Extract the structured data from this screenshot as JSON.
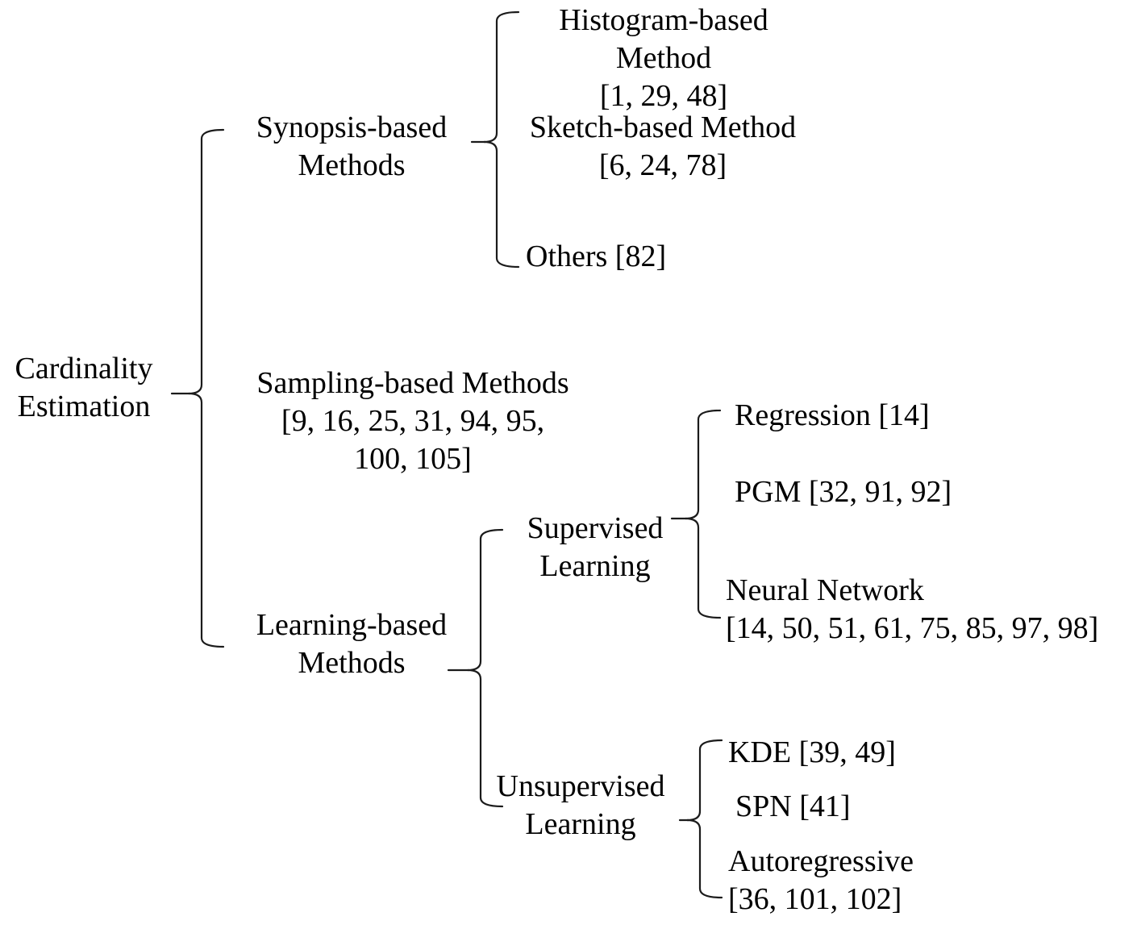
{
  "tree": {
    "root": {
      "label": "Cardinality\nEstimation"
    },
    "synopsis": {
      "label": "Synopsis-based\nMethods",
      "children": {
        "histogram": {
          "label": "Histogram-based Method\n[1, 29, 48]"
        },
        "sketch": {
          "label": "Sketch-based Method\n[6, 24, 78]"
        },
        "others": {
          "label": "Others [82]"
        }
      }
    },
    "sampling": {
      "label": "Sampling-based Methods\n[9, 16, 25, 31, 94, 95,\n100, 105]"
    },
    "learning": {
      "label": "Learning-based\nMethods",
      "children": {
        "supervised": {
          "label": "Supervised\nLearning",
          "children": {
            "regression": {
              "label": "Regression [14]"
            },
            "pgm": {
              "label": "PGM [32, 91, 92]"
            },
            "neural_network": {
              "label": "Neural Network\n[14, 50, 51, 61, 75, 85, 97, 98]"
            }
          }
        },
        "unsupervised": {
          "label": "Unsupervised\nLearning",
          "children": {
            "kde": {
              "label": "KDE [39, 49]"
            },
            "spn": {
              "label": "SPN [41]"
            },
            "autoregressive": {
              "label": "Autoregressive\n[36, 101, 102]"
            }
          }
        }
      }
    }
  },
  "colors": {
    "text": "#000000",
    "line": "#1b1b1b",
    "background": "#ffffff"
  }
}
